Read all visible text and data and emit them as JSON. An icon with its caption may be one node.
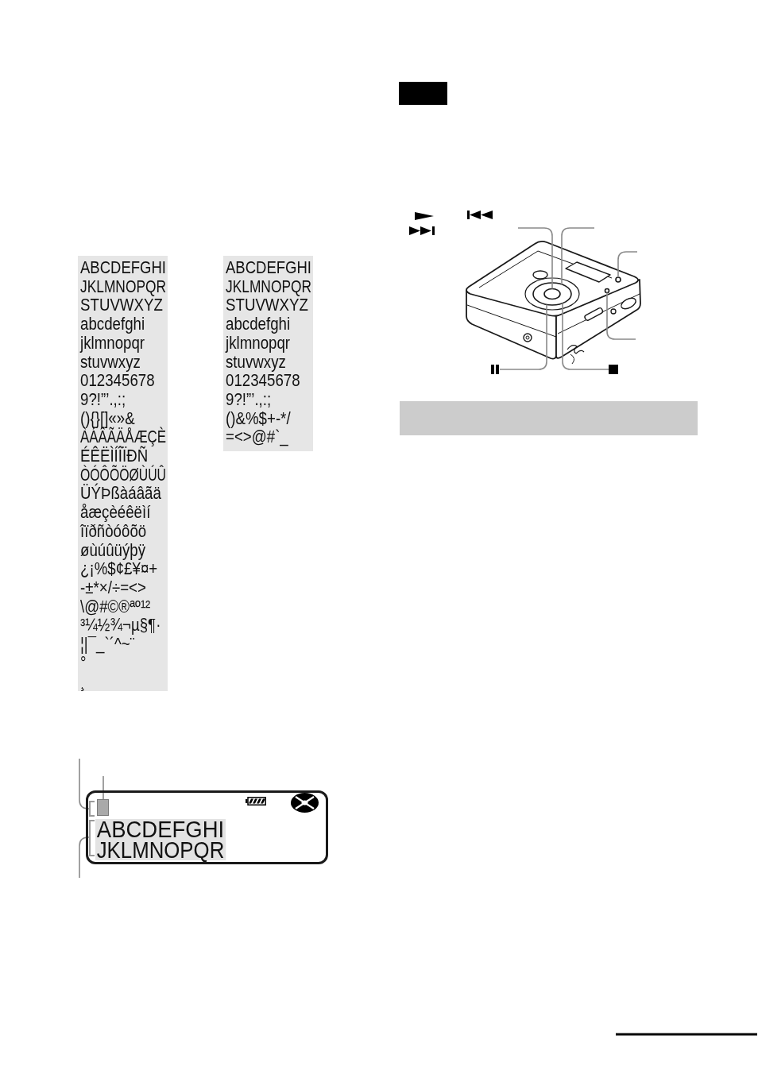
{
  "diagram": {
    "nodes": [
      {
        "text": [
          "ABCDEFGHI",
          "JKLMNOPQR",
          "STUVWXYZ",
          "abcdefghi",
          "jklmnopqr",
          "stuvwxyz",
          "012345678",
          "9?!”’.,:;",
          "(){}[]«»&",
          "ÀÁÂÃÄÅÆÇÈ",
          "ÉÊËÌÍÎÏÐÑ",
          "ÒÓÔÕÖØÙÚÛ",
          "ÜÝÞßàáâãä",
          "åæçèéêëìí",
          "îïðñòóôõö",
          "øùúûüýþÿ",
          "¿¡%$¢£¥¤+",
          "-±*×/÷=<>",
          "\\@#©®ªº¹²",
          "³¼½¾¬µ§¶·",
          "¦|¯_`´^~¨",
          "°",
          "¸"
        ]
      },
      {
        "text": [
          "ABCDEFGHI",
          "JKLMNOPQR",
          "STUVWXYZ",
          "abcdefghi",
          "jklmnopqr",
          "stuvwxyz",
          "012345678",
          "9?!”’.,:;",
          "()&%$+-*/",
          "=<>@#`_"
        ]
      },
      {
        "text": [
          "ABCDEFGHI",
          "JKLMNOPQR"
        ]
      },
      {
        "text": [],
        "shape": "box",
        "in": 2
      },
      {
        "text": [],
        "shape": "bracket",
        "in": 2
      },
      {
        "text": [],
        "shape": "bracket",
        "in": 2
      },
      {
        "text": [],
        "shape": "box"
      },
      {
        "text": [],
        "shape": "ring"
      },
      {
        "text": [],
        "shape": "circle",
        "in": 7
      },
      {
        "text": [],
        "shape": "circle"
      },
      {
        "text": [],
        "shape": "circle"
      },
      {
        "text": [],
        "shape": "picture"
      },
      {
        "text": [],
        "shape": "box"
      },
      {
        "text": [],
        "shape": "bar"
      }
    ],
    "edges": [
      {
        "from": null,
        "to": 4,
        "arrow": "none"
      },
      {
        "from": null,
        "to": 3,
        "arrow": "none"
      },
      {
        "from": null,
        "to": 5,
        "arrow": "none"
      },
      {
        "from": null,
        "to": 8,
        "arrow": "none"
      },
      {
        "from": null,
        "to": 7,
        "arrow": "none"
      },
      {
        "from": null,
        "to": 9,
        "arrow": "none"
      },
      {
        "from": null,
        "to": 10,
        "arrow": "none"
      },
      {
        "from": 11,
        "to": 7,
        "arrow": "none"
      },
      {
        "from": 12,
        "to": 7,
        "arrow": "none"
      }
    ]
  }
}
